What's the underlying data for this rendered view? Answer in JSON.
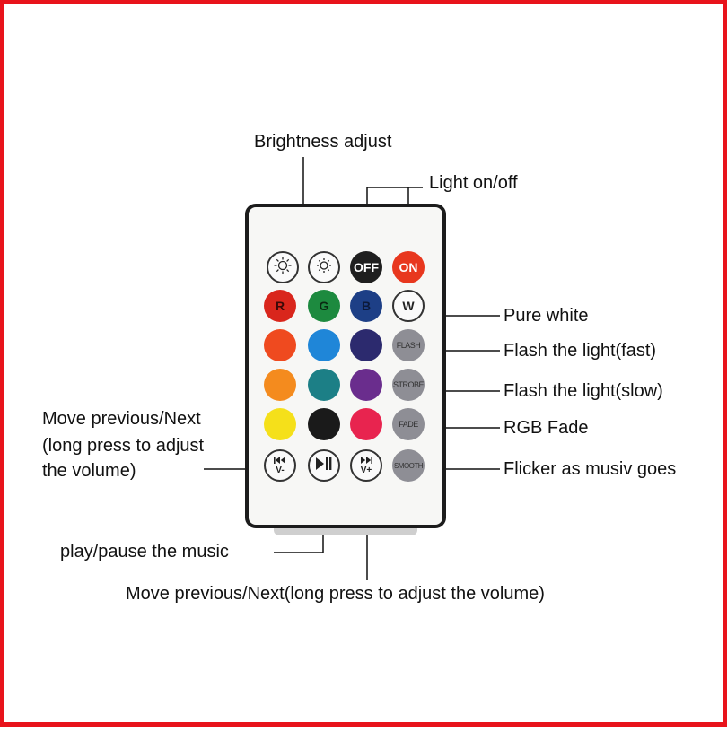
{
  "labels": {
    "brightness": "Brightness adjust",
    "light_onoff": "Light on/off",
    "pure_white": "Pure white",
    "flash_fast": "Flash the light(fast)",
    "flash_slow": "Flash the light(slow)",
    "rgb_fade": "RGB Fade",
    "flicker": "Flicker as musiv goes",
    "move_prev_next_left_1": "Move previous/Next",
    "move_prev_next_left_2": "(long press to adjust",
    "move_prev_next_left_3": "the volume)",
    "play_pause": "play/pause the music",
    "move_prev_next_bottom": "Move previous/Next(long press to adjust the volume)"
  },
  "buttons": {
    "off": "OFF",
    "on": "ON",
    "r": "R",
    "g": "G",
    "b": "B",
    "w": "W",
    "flash": "FLASH",
    "strobe": "STROBE",
    "fade": "FADE",
    "smooth": "SMOOTH",
    "vol_down": "V-",
    "vol_up": "V+"
  },
  "colors": {
    "border": "#e8131b",
    "off": "#1f1f1f",
    "on": "#e8371e",
    "red": "#d9261c",
    "green": "#1d8a3f",
    "blue": "#1d3f86",
    "orange_red": "#ef4a1f",
    "sky_blue": "#1f86d8",
    "indigo": "#2c2a6e",
    "orange": "#f48b1e",
    "teal": "#1c7f86",
    "purple": "#6a2d8d",
    "yellow": "#f5e01a",
    "black": "#1a1a1a",
    "pink": "#e8244f",
    "gray_button": "#8e8e95"
  }
}
